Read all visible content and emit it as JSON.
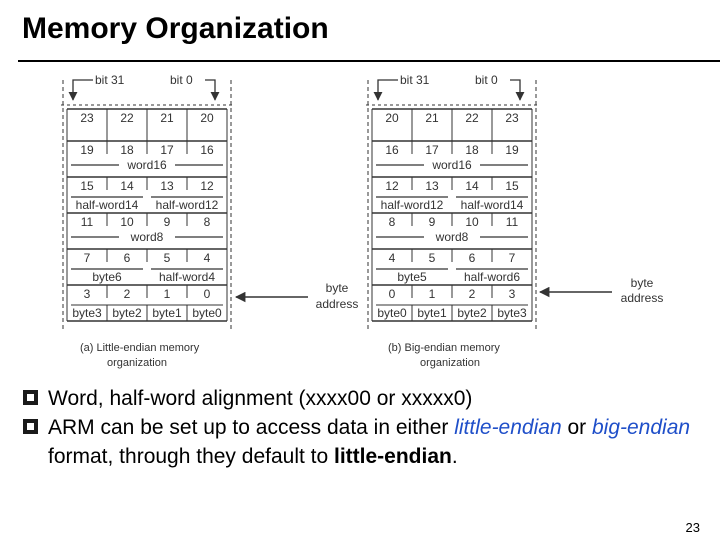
{
  "slide": {
    "title": "Memory Organization",
    "page_number": "23"
  },
  "little_endian": {
    "bit_high": "bit 31",
    "bit_low": "bit 0",
    "rows": [
      {
        "bytes": [
          "23",
          "22",
          "21",
          "20"
        ]
      },
      {
        "bytes": [
          "19",
          "18",
          "17",
          "16"
        ],
        "word": "word16"
      },
      {
        "bytes": [
          "15",
          "14",
          "13",
          "12"
        ],
        "halves": [
          "half-word14",
          "half-word12"
        ]
      },
      {
        "bytes": [
          "11",
          "10",
          "9",
          "8"
        ],
        "word": "word8"
      },
      {
        "bytes": [
          "7",
          "6",
          "5",
          "4"
        ],
        "halves": [
          "byte6",
          "half-word4"
        ]
      },
      {
        "bytes": [
          "3",
          "2",
          "1",
          "0"
        ],
        "labels": [
          "byte3",
          "byte2",
          "byte1",
          "byte0"
        ]
      }
    ],
    "caption_line1": "(a) Little-endian memory",
    "caption_line2": "organization"
  },
  "big_endian": {
    "bit_high": "bit 31",
    "bit_low": "bit 0",
    "rows": [
      {
        "bytes": [
          "20",
          "21",
          "22",
          "23"
        ]
      },
      {
        "bytes": [
          "16",
          "17",
          "18",
          "19"
        ],
        "word": "word16"
      },
      {
        "bytes": [
          "12",
          "13",
          "14",
          "15"
        ],
        "halves": [
          "half-word12",
          "half-word14"
        ]
      },
      {
        "bytes": [
          "8",
          "9",
          "10",
          "11"
        ],
        "word": "word8"
      },
      {
        "bytes": [
          "4",
          "5",
          "6",
          "7"
        ],
        "halves": [
          "byte5",
          "half-word6"
        ]
      },
      {
        "bytes": [
          "0",
          "1",
          "2",
          "3"
        ],
        "labels": [
          "byte0",
          "byte1",
          "byte2",
          "byte3"
        ]
      }
    ],
    "caption_line1": "(b) Big-endian memory",
    "caption_line2": "organization"
  },
  "byte_address_label": {
    "line1": "byte",
    "line2": "address"
  },
  "bullets": {
    "b1": "Word, half-word alignment (xxxx00 or xxxxx0)",
    "b2_part1": "ARM can be set up to access data in either ",
    "b2_little": "little-endian",
    "b2_part2": " or ",
    "b2_big": "big-endian",
    "b2_part3": " format, through they default to ",
    "b2_bold": "little-endian",
    "b2_end": "."
  },
  "colors": {
    "text": "#000000",
    "emphasis": "#1f4fc9",
    "diagram_line": "#333333"
  }
}
